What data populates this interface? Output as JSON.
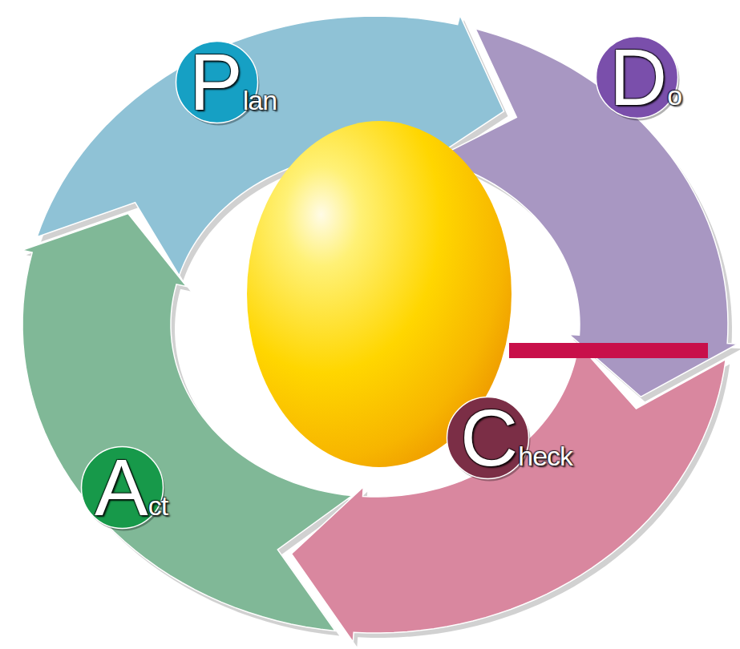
{
  "diagram": {
    "nodes": [
      {
        "text": [
          "Plan"
        ]
      },
      {
        "text": [
          "Do"
        ]
      },
      {
        "text": [
          "Check"
        ]
      },
      {
        "text": [
          "Act"
        ]
      }
    ]
  }
}
